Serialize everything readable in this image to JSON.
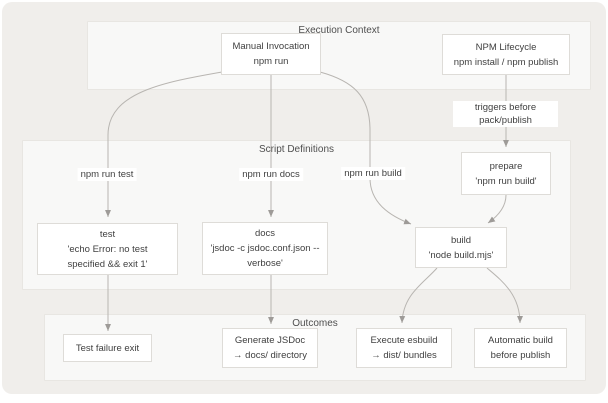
{
  "colors": {
    "page_bg": "#ffffff",
    "card_bg": "#f0eeeb",
    "container_bg": "#f8f8f7",
    "container_border": "#e8e6e2",
    "node_bg": "#ffffff",
    "node_border": "#dedcd8",
    "line": "#b8b5b1",
    "arrow": "#9e9b98",
    "text": "#3f3f3f",
    "label_text": "#4f4f4f"
  },
  "diagram": {
    "containers": {
      "execution_context": {
        "label": "Execution Context"
      },
      "script_definitions": {
        "label": "Script Definitions"
      },
      "outcomes": {
        "label": "Outcomes"
      }
    },
    "nodes": {
      "manual_invocation": {
        "lines": [
          "Manual Invocation",
          "npm run"
        ]
      },
      "npm_lifecycle": {
        "lines": [
          "NPM Lifecycle",
          "npm install / npm publish"
        ]
      },
      "prepare": {
        "lines": [
          "prepare",
          "'npm run build'"
        ]
      },
      "test": {
        "lines": [
          "test",
          "'echo Error: no test",
          "specified && exit 1'"
        ]
      },
      "docs": {
        "lines": [
          "docs",
          "'jsdoc -c jsdoc.conf.json --",
          "verbose'"
        ]
      },
      "build": {
        "lines": [
          "build",
          "'node build.mjs'"
        ]
      },
      "test_failure_exit": {
        "lines": [
          "Test failure exit"
        ]
      },
      "generate_jsdoc": {
        "lines": [
          "Generate JSDoc",
          "→ docs/ directory"
        ]
      },
      "execute_esbuild": {
        "lines": [
          "Execute esbuild",
          "→ dist/ bundles"
        ]
      },
      "automatic_build": {
        "lines": [
          "Automatic build",
          "before publish"
        ]
      }
    },
    "edge_labels": {
      "npm_run_test": "npm run test",
      "npm_run_docs": "npm run docs",
      "npm_run_build": "npm run build",
      "triggers_before": {
        "lines": [
          "triggers before",
          "pack/publish"
        ]
      }
    }
  }
}
